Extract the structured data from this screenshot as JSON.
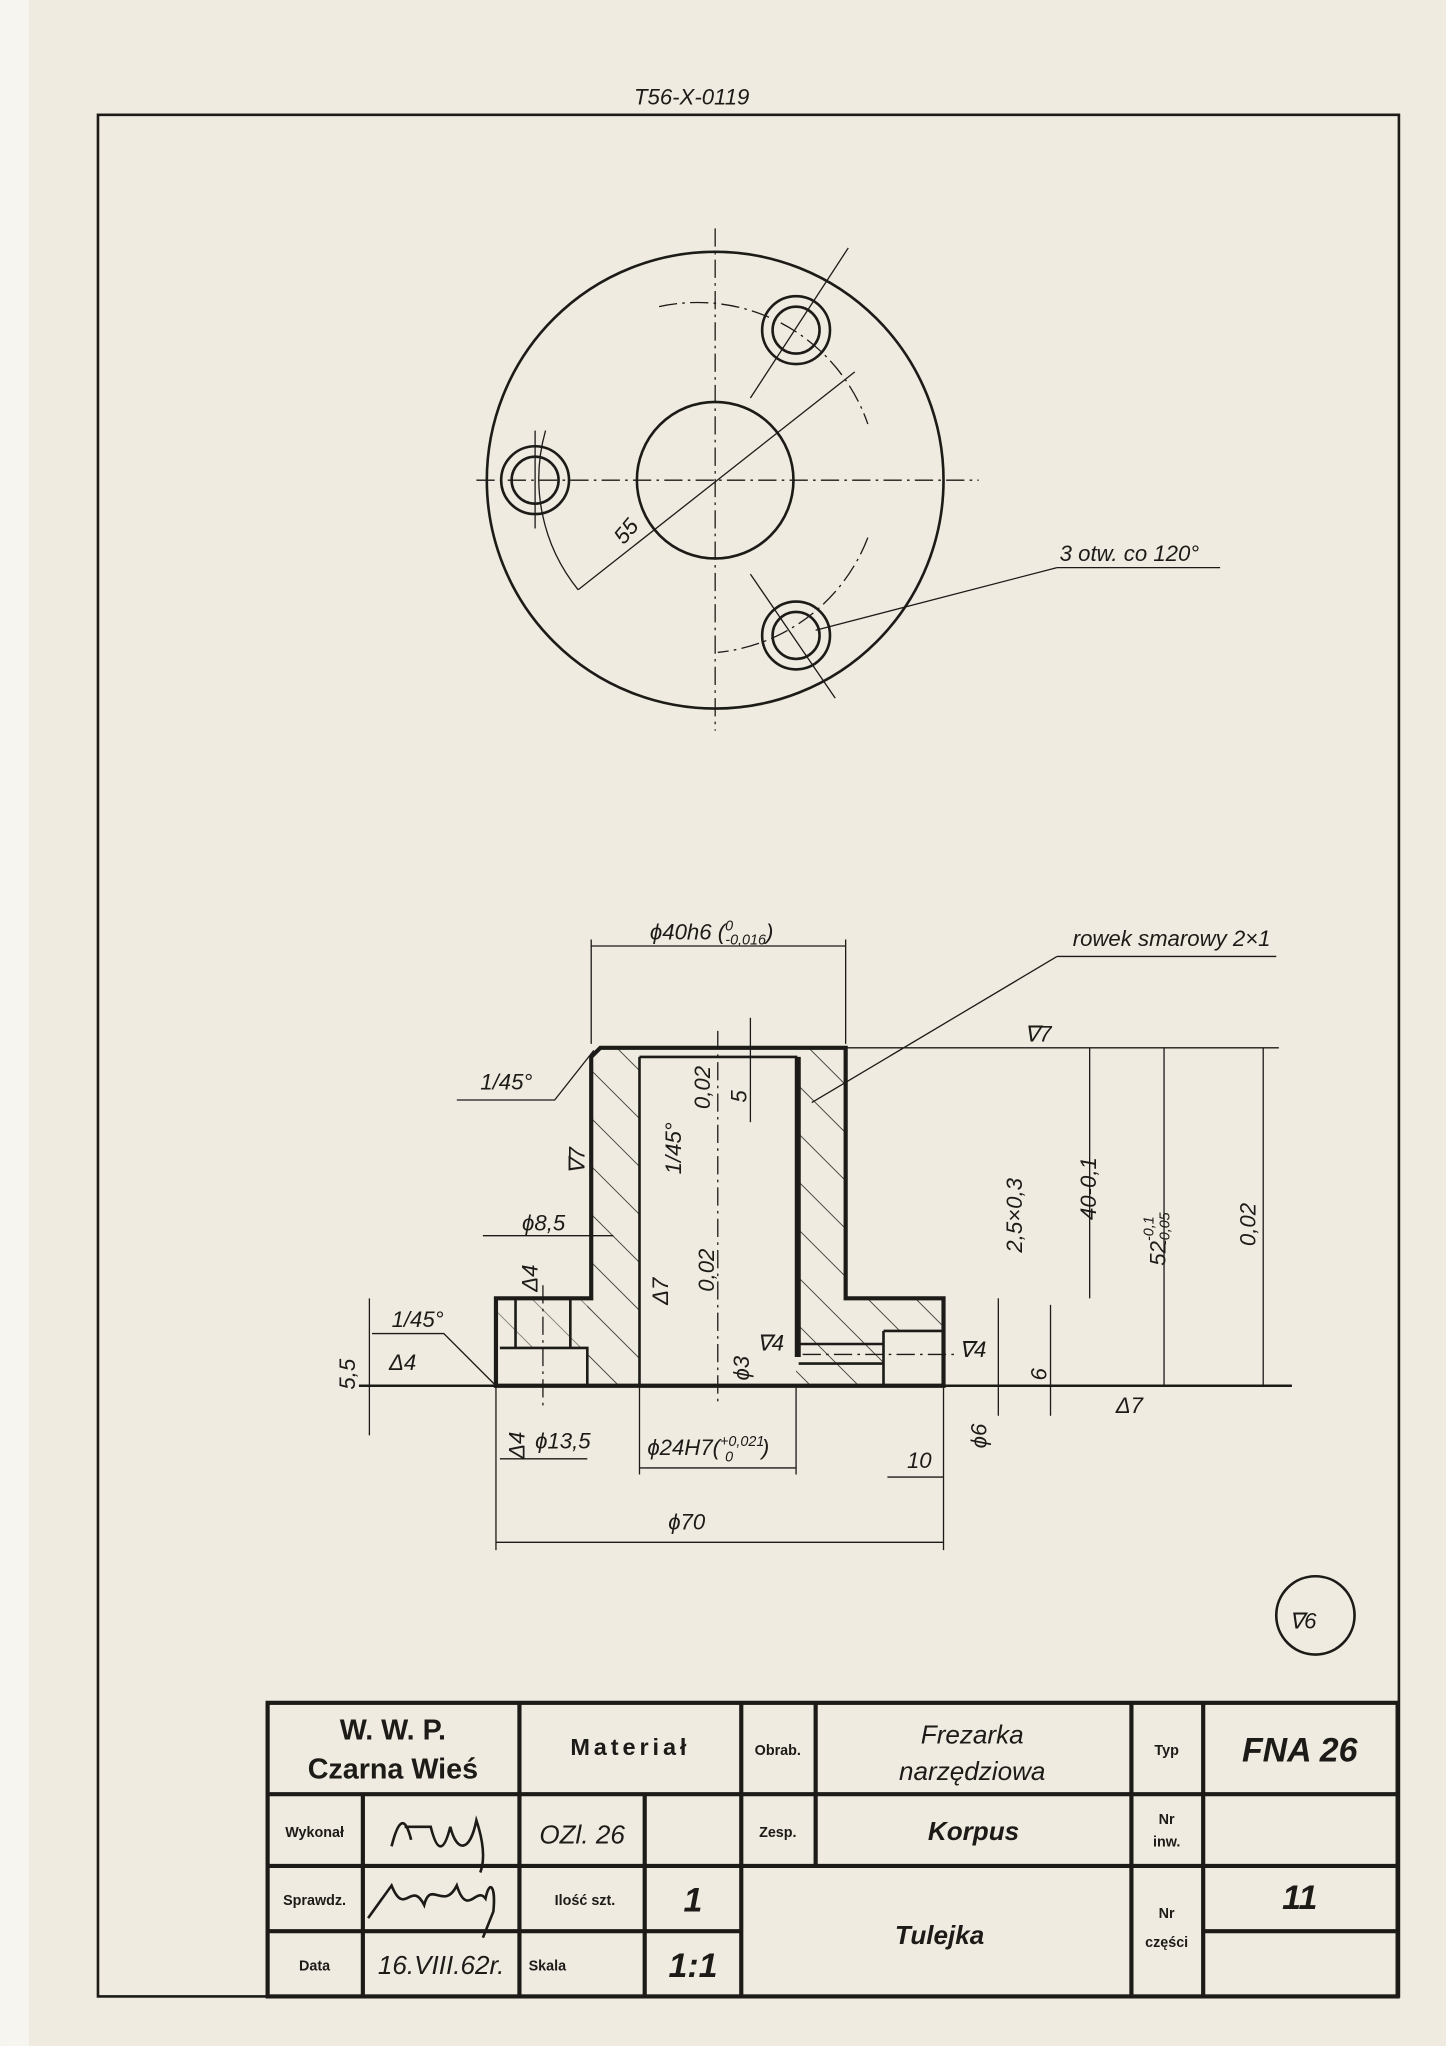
{
  "drawing_number": "T56-X-0119",
  "top_view": {
    "holes_note": "3 otw. co 120°",
    "pitch_dim": "55"
  },
  "section_view": {
    "outer_diameter": "ϕ40h6",
    "outer_tol_upper": "0",
    "outer_tol_lower": "-0,016",
    "groove_note": "rowek smarowy 2×1",
    "top_finish": "∇7",
    "chamfer_top": "1/45°",
    "runout_top": "0,02",
    "depth_5": "5",
    "chamfer_bore": "1/45°",
    "finish_outer": "∇7",
    "hole_dia_small": "ϕ8,5",
    "finish_hole": "Δ4",
    "finish_bore": "Δ7",
    "runout_bore": "0,02",
    "groove_dim": "2,5×0,3",
    "height_40": "40-0,1",
    "height_52": "52",
    "height_52_tol_upper": "-0,1",
    "height_52_tol_lower": "-0,05",
    "parallel_02": "0,02",
    "chamfer_flange": "1/45°",
    "depth_5_5": "5,5",
    "finish_cb": "Δ4",
    "pin_hole": "ϕ3",
    "finish_pin": "∇4",
    "finish_radial": "∇4",
    "radial_6": "6",
    "base_finish": "Δ7",
    "finish_cb2": "Δ4",
    "cb_dia": "ϕ13,5",
    "bore_dia": "ϕ24H7",
    "bore_tol_upper": "+0,021",
    "bore_tol_lower": "0",
    "radial_dia": "ϕ6",
    "radial_depth": "10",
    "flange_dia": "ϕ70",
    "general_finish": "∇6"
  },
  "title_block": {
    "company_line1": "W. W. P.",
    "company_line2": "Czarna Wieś",
    "material_label": "Materiał",
    "obrab_label": "Obrab.",
    "machine_line1": "Frezarka",
    "machine_line2": "narzędziowa",
    "type_label": "Typ",
    "type_value": "FNA 26",
    "made_by_label": "Wykonał",
    "material_value": "OZl. 26",
    "assembly_label": "Zesp.",
    "assembly_value": "Korpus",
    "inv_label_1": "Nr",
    "inv_label_2": "inw.",
    "checked_label": "Sprawdz.",
    "qty_label": "Ilość szt.",
    "qty_value": "1",
    "part_name": "Tulejka",
    "part_no_label_1": "Nr",
    "part_no_label_2": "części",
    "part_no_value": "11",
    "date_label": "Data",
    "date_value": "16.VIII.62r.",
    "scale_label": "Skala",
    "scale_value": "1:1"
  }
}
